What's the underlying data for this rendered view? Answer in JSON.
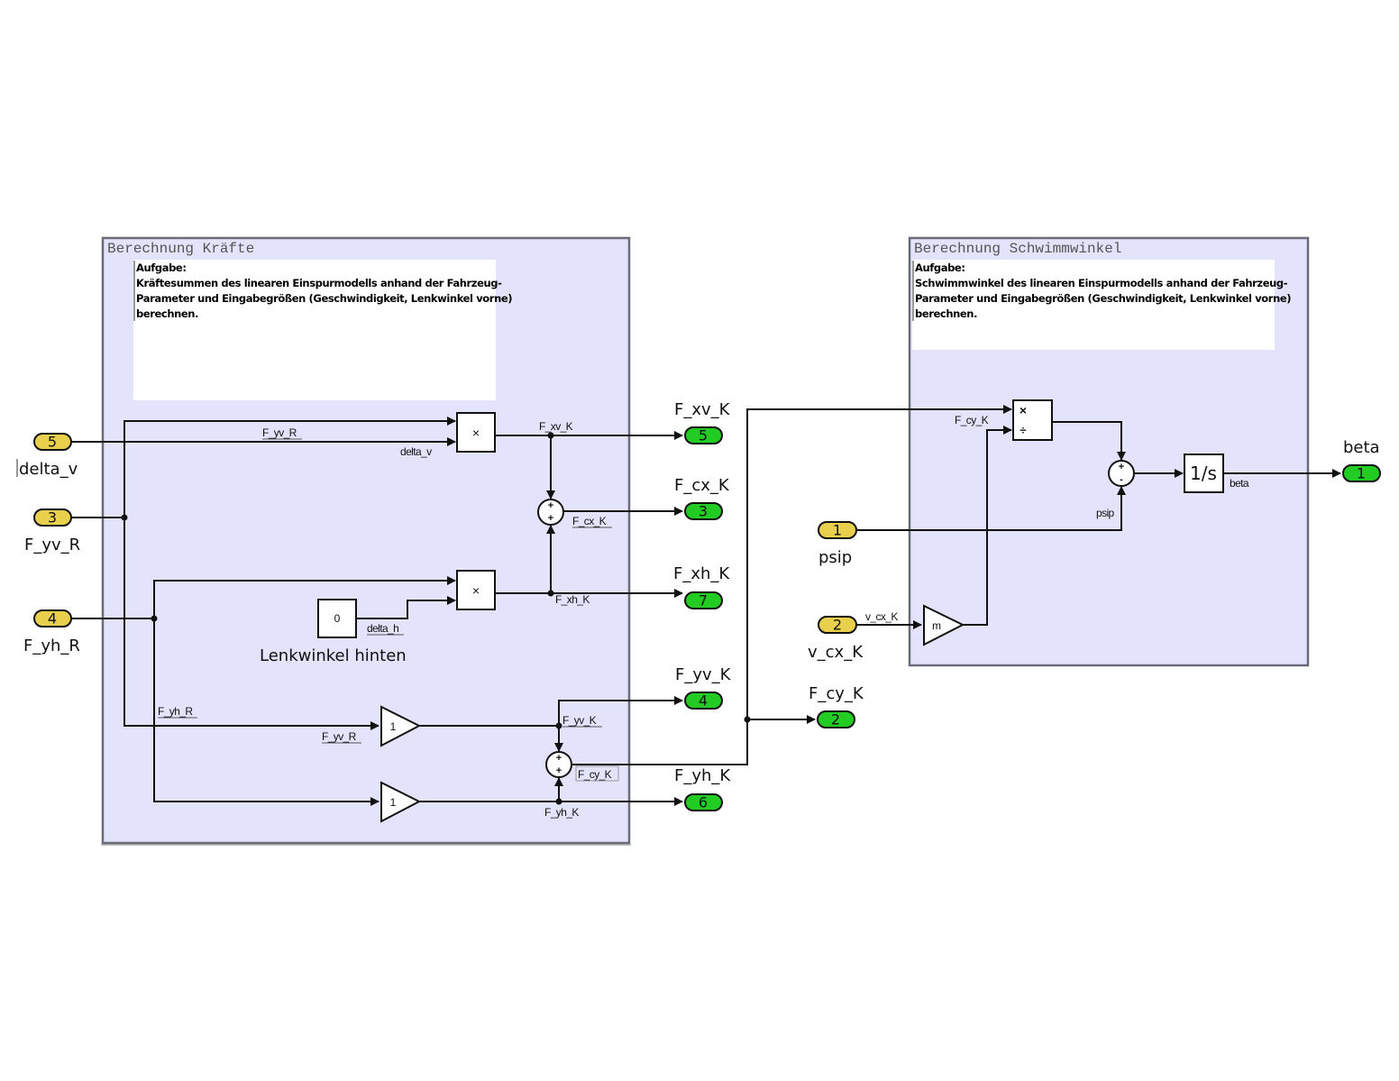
{
  "areas": [
    {
      "title": "Berechnung Kräfte",
      "note": {
        "heading": "Aufgabe:",
        "lines": [
          "Kräftesummen des linearen Einspurmodells anhand der Fahrzeug-",
          "Parameter und Eingabegrößen (Geschwindigkeit, Lenkwinkel vorne)",
          "berechnen."
        ]
      }
    },
    {
      "title": "Berechnung Schwimmwinkel",
      "note": {
        "heading": "Aufgabe:",
        "lines": [
          "Schwimmwinkel des linearen Einspurmodells anhand der Fahrzeug-",
          "Parameter und Eingabegrößen (Geschwindigkeit, Lenkwinkel vorne)",
          "berechnen."
        ]
      }
    }
  ],
  "inports": [
    {
      "id": "in5",
      "number": "5",
      "label": "delta_v"
    },
    {
      "id": "in3",
      "number": "3",
      "label": "F_yv_R"
    },
    {
      "id": "in4",
      "number": "4",
      "label": "F_yh_R"
    },
    {
      "id": "in1",
      "number": "1",
      "label": "psip"
    },
    {
      "id": "in2",
      "number": "2",
      "label": "v_cx_K"
    }
  ],
  "outports": [
    {
      "id": "out5",
      "number": "5",
      "label": "F_xv_K"
    },
    {
      "id": "out3",
      "number": "3",
      "label": "F_cx_K"
    },
    {
      "id": "out7",
      "number": "7",
      "label": "F_xh_K"
    },
    {
      "id": "out4",
      "number": "4",
      "label": "F_yv_K"
    },
    {
      "id": "out2",
      "number": "2",
      "label": "F_cy_K"
    },
    {
      "id": "out6",
      "number": "6",
      "label": "F_yh_K"
    },
    {
      "id": "out1",
      "number": "1",
      "label": "beta"
    }
  ],
  "blocks": {
    "product_front": "×",
    "product_rear": "×",
    "constant_value": "0",
    "constant_caption": "Lenkwinkel hinten",
    "gain_front": "1",
    "gain_rear": "1",
    "gain_mass": "m",
    "integrator": "1/s",
    "divide_mul": "×",
    "divide_div": "÷",
    "sum_plus": "+",
    "sum_minus": "-"
  },
  "signals": {
    "F_yv_R_top": "F_yv_R",
    "delta_v": "delta_v",
    "F_xv_K": "F_xv_K",
    "F_cx_K": "F_cx_K",
    "F_xh_K": "F_xh_K",
    "delta_h": "delta_h",
    "F_yh_R": "F_yh_R",
    "F_yv_R_bottom": "F_yv_R",
    "F_yv_K": "F_yv_K",
    "F_cy_K": "F_cy_K",
    "F_yh_K": "F_yh_K",
    "F_cy_K_right": "F_cy_K",
    "psip": "psip",
    "beta": "beta",
    "v_cx_K": "v_cx_K"
  }
}
